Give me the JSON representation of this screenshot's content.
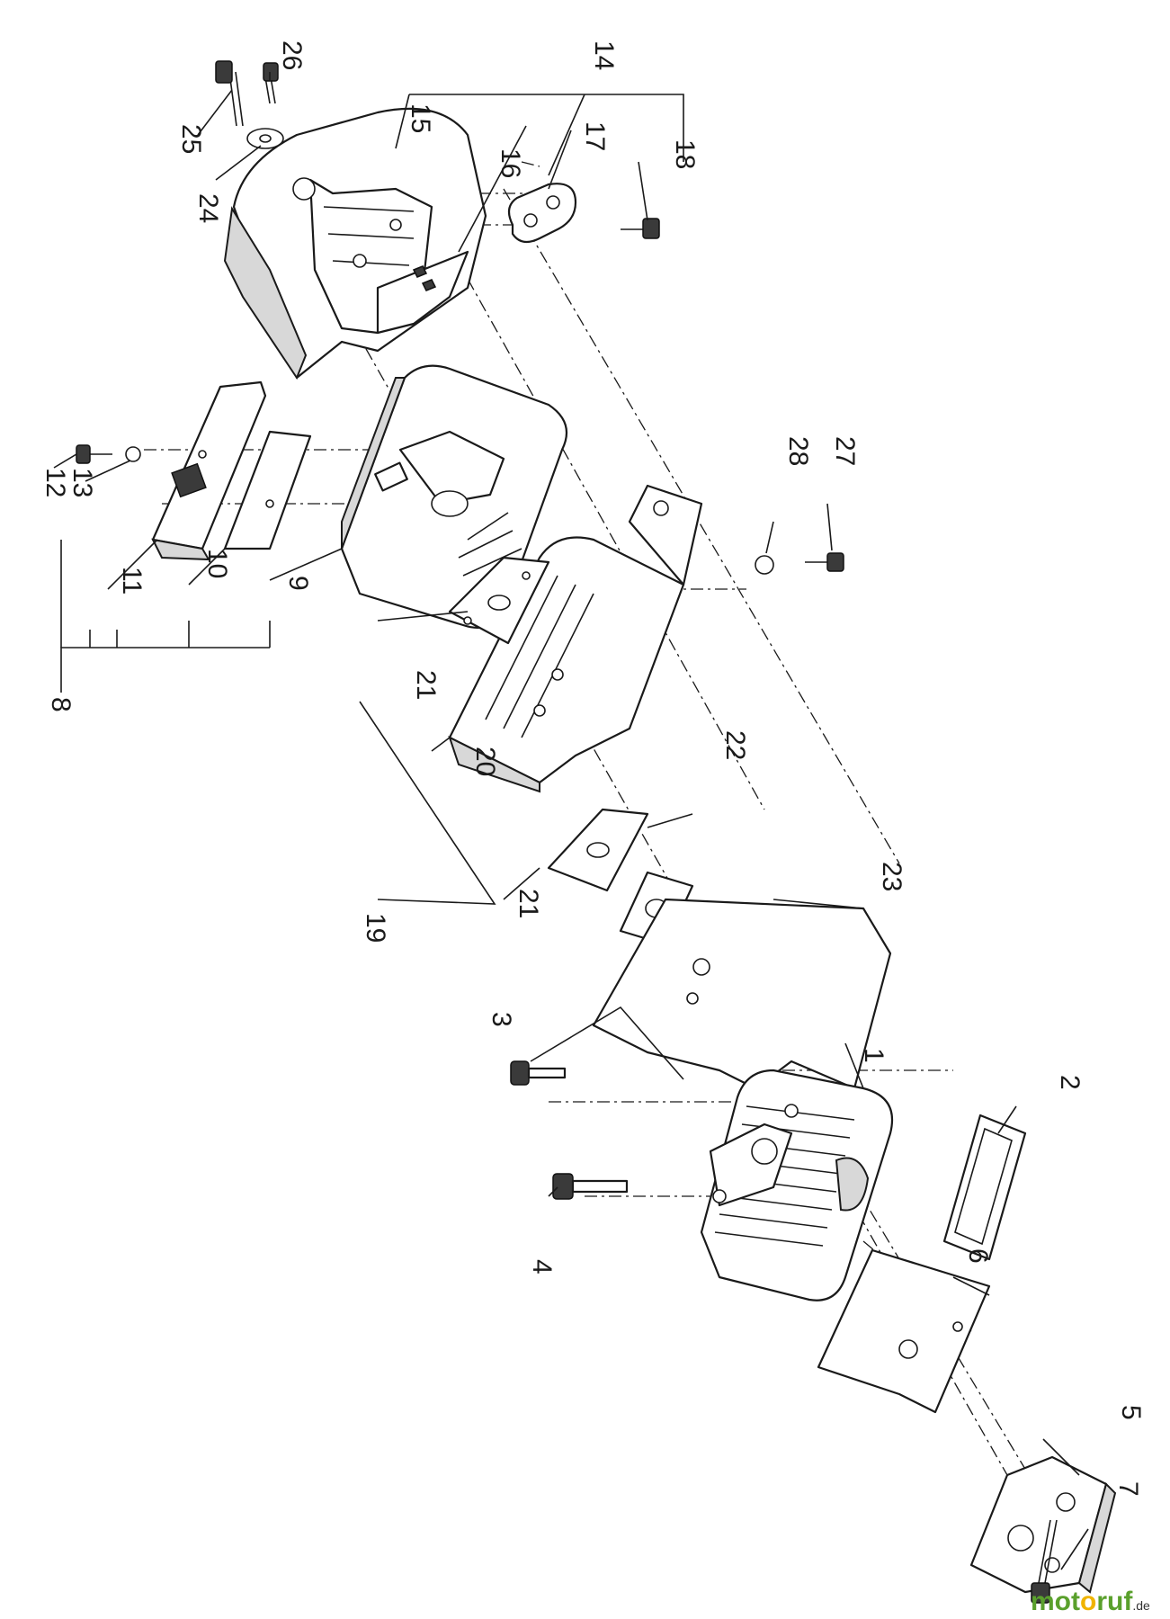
{
  "labels": {
    "n1": "1",
    "n2": "2",
    "n3": "3",
    "n4": "4",
    "n5": "5",
    "n6": "6",
    "n7": "7",
    "n8": "8",
    "n9": "9",
    "n10": "10",
    "n11": "11",
    "n12": "12",
    "n13": "13",
    "n14": "14",
    "n15": "15",
    "n16": "16",
    "n17": "17",
    "n18": "18",
    "n19": "19",
    "n20": "20",
    "n21a": "21",
    "n21b": "21",
    "n22": "22",
    "n23": "23",
    "n24": "24",
    "n25": "25",
    "n26": "26",
    "n27": "27",
    "n28": "28"
  },
  "logo": {
    "name_a": "mot",
    "name_o": "o",
    "name_b": "ruf",
    "tld": ".de"
  }
}
